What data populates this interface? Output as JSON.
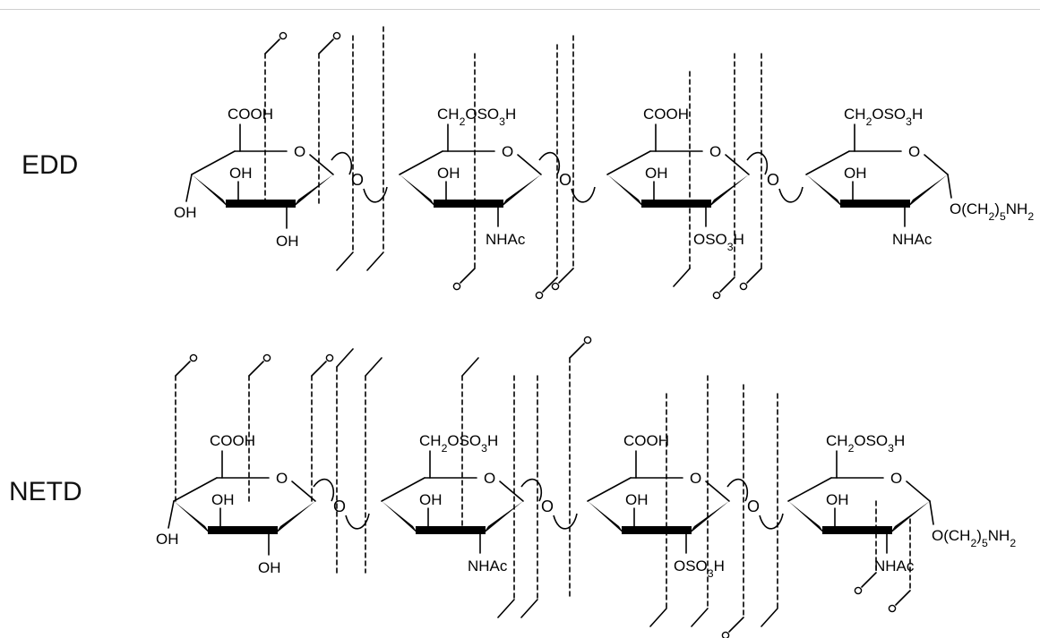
{
  "rows": [
    {
      "label": "EDD",
      "residues": [
        {
          "carboxyl": "COOH",
          "sub1": "OH",
          "sub2": "OH",
          "sub3": "OH"
        },
        {
          "top": "CH2OSO3H",
          "sub1": "OH",
          "sub2": "NHAc"
        },
        {
          "carboxyl": "COOH",
          "sub1": "OH",
          "sub2": "OSO3H"
        },
        {
          "top": "CH2OSO3H",
          "sub1": "OH",
          "sub2": "NHAc",
          "linker": "O(CH2)5NH2"
        }
      ],
      "glycosidic_oxygen": "O",
      "ring_oxygen": "O"
    },
    {
      "label": "NETD",
      "residues": [
        {
          "carboxyl": "COOH",
          "sub1": "OH",
          "sub2": "OH",
          "sub3": "OH"
        },
        {
          "top": "CH2OSO3H",
          "sub1": "OH",
          "sub2": "NHAc"
        },
        {
          "carboxyl": "COOH",
          "sub1": "OH",
          "sub2": "OSO3H"
        },
        {
          "top": "CH2OSO3H",
          "sub1": "OH",
          "sub2": "NHAc",
          "linker": "O(CH2)5NH2"
        }
      ],
      "glycosidic_oxygen": "O",
      "ring_oxygen": "O"
    }
  ]
}
